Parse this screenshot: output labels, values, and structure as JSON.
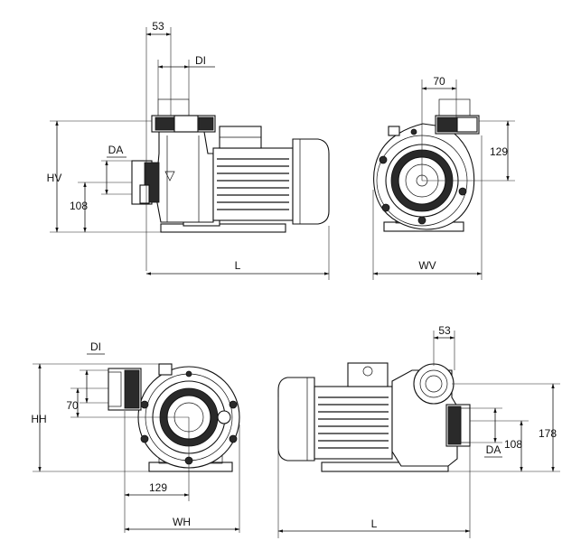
{
  "labels": {
    "v1_top": "53",
    "v1_di": "DI",
    "v1_da": "DA",
    "v1_hv": "HV",
    "v1_108": "108",
    "v1_l": "L",
    "v2_70": "70",
    "v2_129": "129",
    "v2_wv": "WV",
    "v3_di": "DI",
    "v3_70": "70",
    "v3_hh": "HH",
    "v3_129": "129",
    "v3_wh": "WH",
    "v4_53": "53",
    "v4_178": "178",
    "v4_108": "108",
    "v4_da": "DA",
    "v4_l": "L"
  },
  "colors": {
    "line": "#111111",
    "dark": "#2a2a2a",
    "background": "#ffffff"
  }
}
